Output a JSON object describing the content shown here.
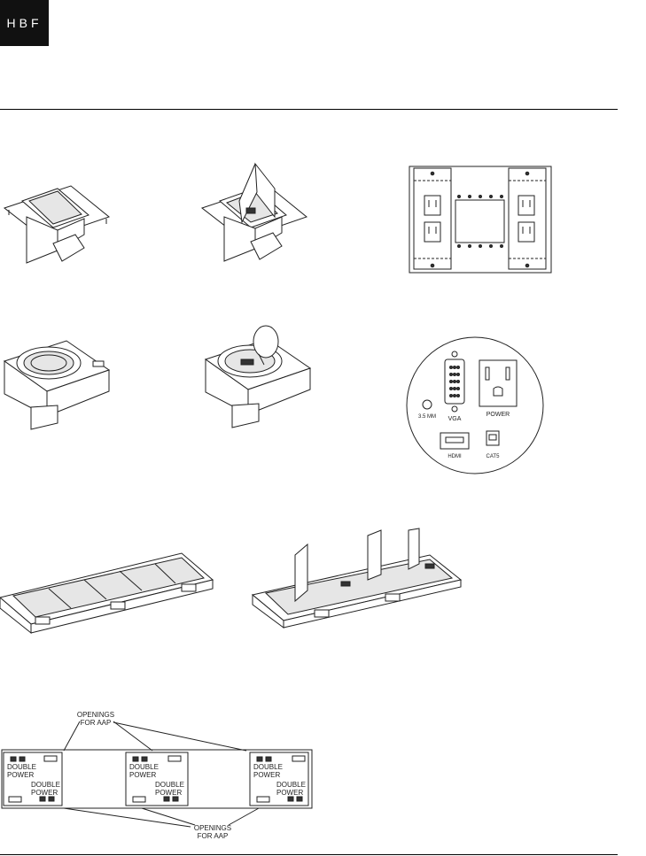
{
  "header": {
    "logo_text": "HBF"
  },
  "panel_a": {
    "left_caption": "",
    "center_caption_lines": [
      "",
      "",
      "",
      ""
    ],
    "right_caption": ""
  },
  "panel_b": {
    "audio_label": "3.5 MM",
    "vga_label": "VGA",
    "power_label": "POWER",
    "hdmi_label": "HDMI",
    "cat_label": "CAT5"
  },
  "layout_diagram": {
    "top_label_lines": [
      "OPENINGS",
      "FOR AAP"
    ],
    "bottom_label_lines": [
      "OPENINGS",
      "FOR AAP"
    ],
    "module_labels": [
      [
        "DOUBLE",
        "POWER"
      ],
      [
        "DOUBLE",
        "POWER"
      ],
      [
        "DOUBLE",
        "POWER"
      ]
    ],
    "lower_module_labels": [
      [
        "DOUBLE",
        "POWER"
      ],
      [
        "DOUBLE",
        "POWER"
      ],
      [
        "DOUBLE",
        "POWER"
      ]
    ]
  }
}
